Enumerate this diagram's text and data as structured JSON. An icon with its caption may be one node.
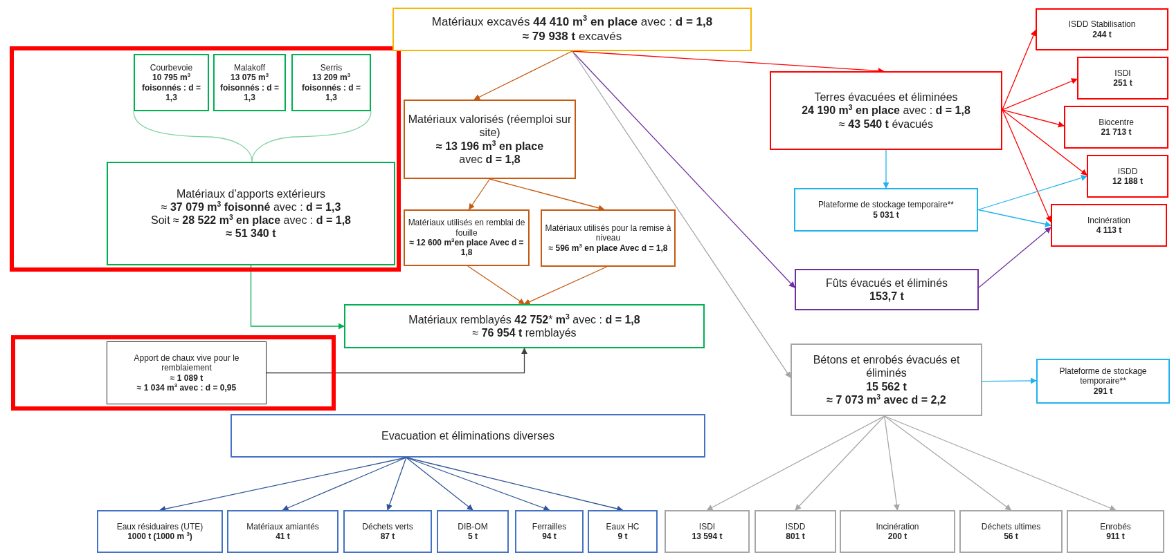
{
  "diagram": {
    "nodes": [
      {
        "text": [],
        "shape": "box"
      },
      {
        "text": [
          "Courbevoie",
          "10 795 m$^{3}$ foisonnés : d = 1,3"
        ],
        "in": 0
      },
      {
        "text": [
          "Malakoff",
          "13 075 m$^{3}$ foisonnés : d = 1,3"
        ],
        "in": 0
      },
      {
        "text": [
          "Serris",
          "13 209 m$^{3}$ foisonnés : d = 1,3"
        ],
        "in": 0
      },
      {
        "text": [
          "Matériaux d’apports extérieurs",
          "≈ **37 079 m$^{3}$ foisonné** avec : **d = 1,3**",
          "Soit ≈ **28 522 m$^{3}$ en place** avec : **d = 1,8**",
          "≈ 51 340 t"
        ],
        "in": 0
      },
      {
        "text": [
          "Matériaux excavés **44 410 m$^{3}$ en place** avec : **d = 1,8**",
          "**≈ 79 938 t** excavés"
        ]
      },
      {
        "text": [
          "Matériaux valorisés (réemploi sur site)",
          "≈ 13 196 m$^{3}$ en place",
          "avec **d = 1,8**"
        ]
      },
      {
        "text": [
          "Matériaux utilisés en remblai de fouille",
          "≈ 12 600 m$^{3}$en place Avec d = 1,8"
        ]
      },
      {
        "text": [
          "Matériaux utilisés pour la remise à niveau",
          "≈ 596 m$^{3}$ en place Avec d = 1,8"
        ]
      },
      {
        "text": [
          "Terres évacuées et éliminées",
          "**24 190 m$^{3}$ en place** avec : **d = 1,8**",
          "≈ **43 540 t** évacués"
        ]
      },
      {
        "text": [
          "ISDD Stabilisation",
          "244 t"
        ]
      },
      {
        "text": [
          "ISDI",
          "251 t"
        ]
      },
      {
        "text": [
          "Biocentre",
          "21 713 t"
        ]
      },
      {
        "text": [
          "ISDD",
          "12 188 t"
        ]
      },
      {
        "text": [
          "Plateforme de stockage temporaire**",
          "5 031 t"
        ]
      },
      {
        "text": [
          "Incinération",
          "4 113 t"
        ]
      },
      {
        "text": [
          "Fûts évacués et éliminés",
          "153,7 t"
        ]
      },
      {
        "text": [],
        "shape": "box"
      },
      {
        "text": [
          "Apport de chaux vive pour le remblaiement",
          "≈ 1 089 t",
          "≈ 1 034 m$^{3}$ avec : d = 0,95"
        ],
        "in": 17
      },
      {
        "text": [
          "Matériaux remblayés **42 752*** **m$^{3}$** avec : **d = 1,8**",
          "≈ **76 954 t** remblayés"
        ]
      },
      {
        "text": [
          "Bétons et enrobés évacués et éliminés",
          "15 562 t",
          "≈ 7 073 m$^{3}$ avec d = 2,2"
        ]
      },
      {
        "text": [
          "Plateforme de stockage temporaire**",
          "291 t"
        ]
      },
      {
        "text": [
          "Evacuation et éliminations diverses"
        ]
      },
      {
        "text": [
          "Eaux résiduaires (UTE)",
          "1000 t (1000 m $^{3}$)"
        ]
      },
      {
        "text": [
          "Matériaux amiantés",
          "41 t"
        ]
      },
      {
        "text": [
          "Déchets verts",
          "87 t"
        ]
      },
      {
        "text": [
          "DIB-OM",
          "5 t"
        ]
      },
      {
        "text": [
          "Ferrailles",
          "94 t"
        ]
      },
      {
        "text": [
          "Eaux HC",
          "9 t"
        ]
      },
      {
        "text": [
          "ISDI",
          "13 594 t"
        ]
      },
      {
        "text": [
          "ISDD",
          "801 t"
        ]
      },
      {
        "text": [
          "Incinération",
          "200 t"
        ]
      },
      {
        "text": [
          "Déchets ultimes",
          "56 t"
        ]
      },
      {
        "text": [
          "Enrobés",
          "911 t"
        ]
      }
    ],
    "edges": [
      {
        "from": 5,
        "to": 6,
        "arrow": "to",
        "color": "#c55a11"
      },
      {
        "from": 5,
        "to": 9,
        "arrow": "to",
        "color": "#ff0000"
      },
      {
        "from": 5,
        "to": 16,
        "arrow": "to",
        "color": "#7030a0"
      },
      {
        "from": 5,
        "to": 20,
        "arrow": "to",
        "color": "#a6a6a6"
      },
      {
        "from": 6,
        "to": 7,
        "arrow": "to",
        "color": "#c55a11"
      },
      {
        "from": 6,
        "to": 8,
        "arrow": "to",
        "color": "#c55a11"
      },
      {
        "from": 7,
        "to": 19,
        "arrow": "to",
        "color": "#c55a11"
      },
      {
        "from": 8,
        "to": 19,
        "arrow": "to",
        "color": "#c55a11"
      },
      {
        "from": 4,
        "to": 19,
        "arrow": "to",
        "color": "#00b050"
      },
      {
        "from": 18,
        "to": 19,
        "arrow": "to",
        "color": "#404040"
      },
      {
        "from": 9,
        "to": 10,
        "arrow": "to",
        "color": "#ff0000"
      },
      {
        "from": 9,
        "to": 11,
        "arrow": "to",
        "color": "#ff0000"
      },
      {
        "from": 9,
        "to": 12,
        "arrow": "to",
        "color": "#ff0000"
      },
      {
        "from": 9,
        "to": 13,
        "arrow": "to",
        "color": "#ff0000"
      },
      {
        "from": 9,
        "to": 15,
        "arrow": "to",
        "color": "#ff0000"
      },
      {
        "from": 9,
        "to": 14,
        "arrow": "to",
        "color": "#1fb4ee"
      },
      {
        "from": 14,
        "to": 13,
        "arrow": "to",
        "color": "#1fb4ee"
      },
      {
        "from": 14,
        "to": 15,
        "arrow": "to",
        "color": "#1fb4ee"
      },
      {
        "from": 16,
        "to": 15,
        "arrow": "to",
        "color": "#7030a0"
      },
      {
        "from": 20,
        "to": 21,
        "arrow": "to",
        "color": "#1fb4ee"
      },
      {
        "from": 20,
        "to": 29,
        "arrow": "to",
        "color": "#a6a6a6"
      },
      {
        "from": 20,
        "to": 30,
        "arrow": "to",
        "color": "#a6a6a6"
      },
      {
        "from": 20,
        "to": 31,
        "arrow": "to",
        "color": "#a6a6a6"
      },
      {
        "from": 20,
        "to": 32,
        "arrow": "to",
        "color": "#a6a6a6"
      },
      {
        "from": 20,
        "to": 33,
        "arrow": "to",
        "color": "#a6a6a6"
      },
      {
        "from": 22,
        "to": 23,
        "arrow": "to",
        "color": "#2f5597"
      },
      {
        "from": 22,
        "to": 24,
        "arrow": "to",
        "color": "#2f5597"
      },
      {
        "from": 22,
        "to": 25,
        "arrow": "to",
        "color": "#2f5597"
      },
      {
        "from": 22,
        "to": 26,
        "arrow": "to",
        "color": "#2f5597"
      },
      {
        "from": 22,
        "to": 27,
        "arrow": "to",
        "color": "#2f5597"
      },
      {
        "from": 22,
        "to": 28,
        "arrow": "to",
        "color": "#2f5597"
      }
    ]
  }
}
